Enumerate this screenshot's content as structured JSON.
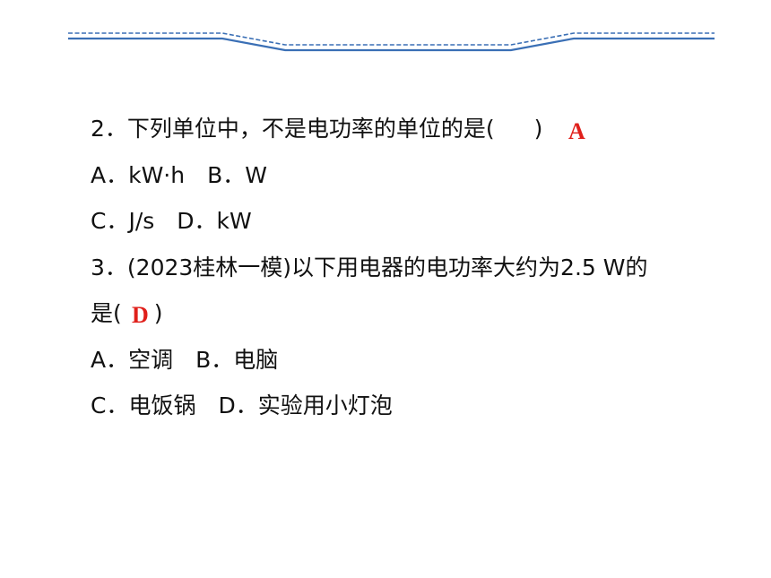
{
  "colors": {
    "header_line": "#3a6fb5",
    "answer": "#e0201b",
    "text": "#111111"
  },
  "questions": [
    {
      "stem_prefix": "2．下列单位中，不是电功率的单位的是(",
      "stem_suffix": ")",
      "answer": "A",
      "options_line1": "A．kW·h　B．W",
      "options_line2": "C．J/s　D．kW"
    },
    {
      "stem_line1": "3．(2023桂林一模)以下用电器的电功率大约为2.5 W的",
      "stem_prefix": "是(",
      "stem_suffix": ")",
      "answer": "D",
      "options_line1": "A．空调　B．电脑",
      "options_line2": "C．电饭锅　D．实验用小灯泡"
    }
  ]
}
